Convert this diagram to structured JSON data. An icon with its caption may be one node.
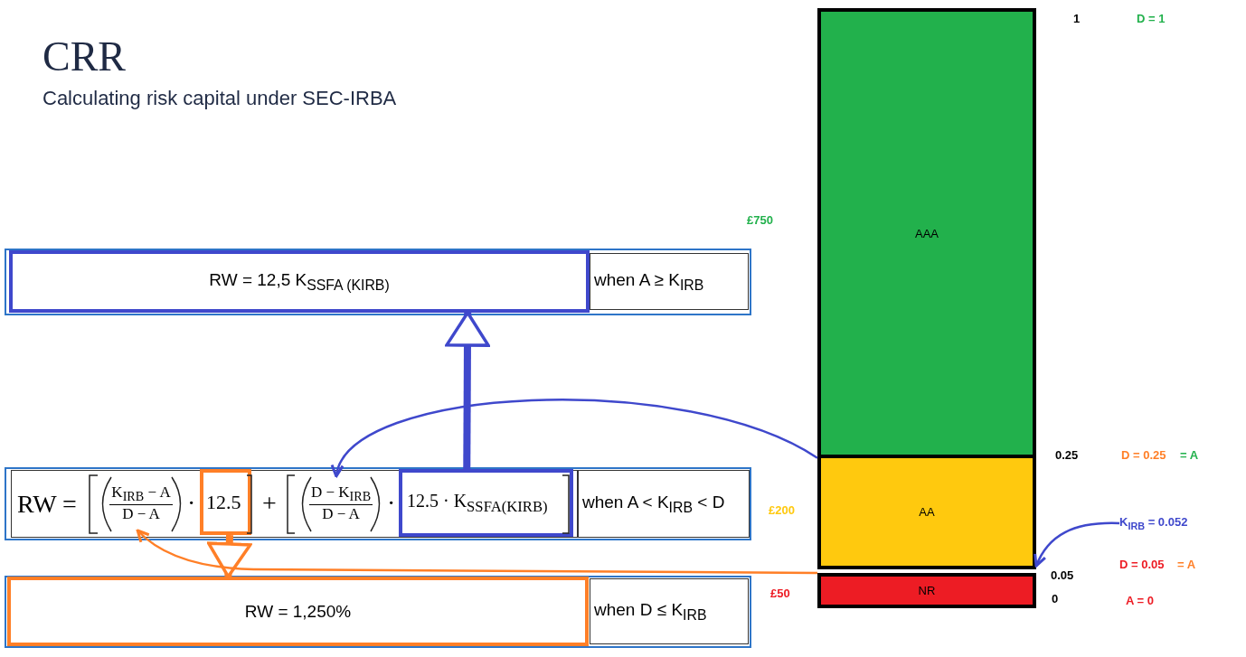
{
  "diagram": {
    "title": "CRR",
    "nodes": [
      {
        "text": [
          "RW = 12,5 K$_{SSFA (KIRB)}$"
        ]
      },
      {
        "text": [
          "when A ≥ K$_{IRB}$"
        ]
      },
      {
        "text": [
          "RW ="
        ]
      },
      {
        "text": [
          "K$_{IRB}$ − A",
          "D − A"
        ],
        "in": 2
      },
      {
        "text": [
          "12.5"
        ],
        "in": 2
      },
      {
        "text": [
          "D − K$_{IRB}$",
          "D − A"
        ],
        "in": 2
      },
      {
        "text": [
          "12.5 · K$_{SSFA(KIRB)}$"
        ],
        "in": 2
      },
      {
        "text": [
          "when A < K$_{IRB}$ < D"
        ]
      },
      {
        "text": [
          "RW = 1,250%"
        ]
      },
      {
        "text": [
          "when D ≤ K$_{IRB}$"
        ]
      },
      {
        "text": [
          "AAA"
        ]
      },
      {
        "text": [
          "AA"
        ]
      },
      {
        "text": [
          "NR"
        ]
      },
      {
        "text": [
          "K$_{IRB}$ = 0.052"
        ]
      }
    ],
    "edges": [
      {
        "from": 6,
        "to": 0,
        "arrow": "to",
        "style": "thick",
        "color": "#3f48cc"
      },
      {
        "from": 4,
        "to": 8,
        "arrow": "to",
        "style": "thick",
        "color": "#ff7f27"
      },
      {
        "from": 11,
        "to": 5,
        "arrow": "to",
        "color": "#3f48cc"
      },
      {
        "from": 12,
        "to": 3,
        "arrow": "to",
        "color": "#ff7f27"
      },
      {
        "from": 13,
        "to": 11,
        "arrow": "to",
        "color": "#3f48cc"
      }
    ],
    "labels": [
      "Calculating risk capital under SEC-IRBA",
      "1",
      "D = 1",
      "£750",
      "0.25",
      "D = 0.25",
      "= A",
      "·",
      "+",
      "·",
      "£200",
      "D = 0.05",
      "= A",
      "0.05",
      "£50",
      "0",
      "A = 0"
    ]
  }
}
